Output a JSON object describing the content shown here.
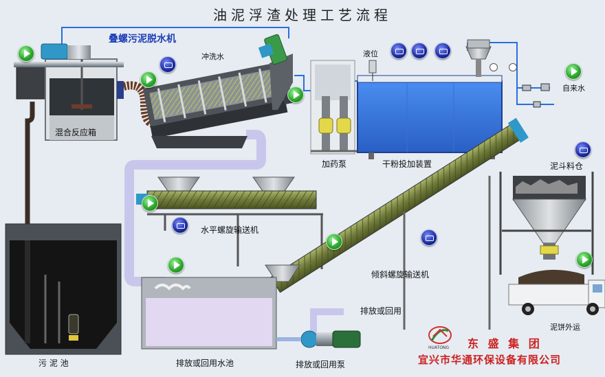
{
  "title": "油泥浮渣处理工艺流程",
  "labels": {
    "dewatering_machine": "叠螺污泥脱水机",
    "flush_water": "冲洗水",
    "level": "液位",
    "tap_water": "自来水",
    "mixing_tank": "混合反应箱",
    "dosing_pump": "加药泵",
    "powder_feeder": "干粉投加装置",
    "sludge_hopper": "泥斗料仓",
    "horizontal_conveyor": "水平螺旋输送机",
    "inclined_conveyor": "倾斜螺旋输送机",
    "discharge_or_reuse": "排放或回用",
    "cake_transport": "泥饼外运",
    "sludge_pit": "污 泥 池",
    "reuse_pool": "排放或回用水池",
    "reuse_pump": "排放或回用泵"
  },
  "company": {
    "short_name": "东 盛 集 团",
    "full_name": "宜兴市华通环保设备有限公司",
    "logo_text": "HUATONG"
  },
  "colors": {
    "accent_blue": "#1f3fb6",
    "company_red": "#cc2020",
    "run_green": "#2ea72e",
    "stop_blue": "#1a2a9a",
    "pipe_lavender": "#c9c6ec",
    "water_blue": "#3f7fe0"
  },
  "buttons": {
    "run": [
      "run-dewatering",
      "run-mixer",
      "run-screw-press",
      "run-horizontal-conveyor",
      "run-inclined-conveyor",
      "run-pool",
      "run-tap-water",
      "run-hopper"
    ],
    "stop": [
      "stop-dewatering",
      "stop-level-1",
      "stop-level-2",
      "stop-level-3",
      "stop-horizontal-conveyor",
      "stop-inclined-conveyor",
      "stop-hopper"
    ]
  }
}
